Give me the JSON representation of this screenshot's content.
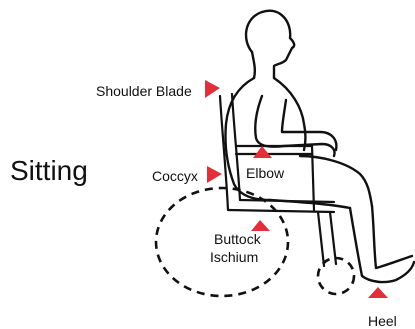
{
  "title": "Sitting",
  "pressure_points": [
    {
      "label": "Shoulder Blade"
    },
    {
      "label": "Coccyx"
    },
    {
      "label": "Elbow"
    },
    {
      "label": "Buttock"
    },
    {
      "label": "Ischium"
    },
    {
      "label": "Heel"
    }
  ],
  "colors": {
    "marker": "#e0313a",
    "line": "#111111"
  },
  "icons": {
    "pressure_marker": "red-triangle-icon",
    "figure": "seated-person-silhouette-icon",
    "chair": "wheelchair-icon",
    "pressure_zone": "dashed-circle-icon"
  }
}
